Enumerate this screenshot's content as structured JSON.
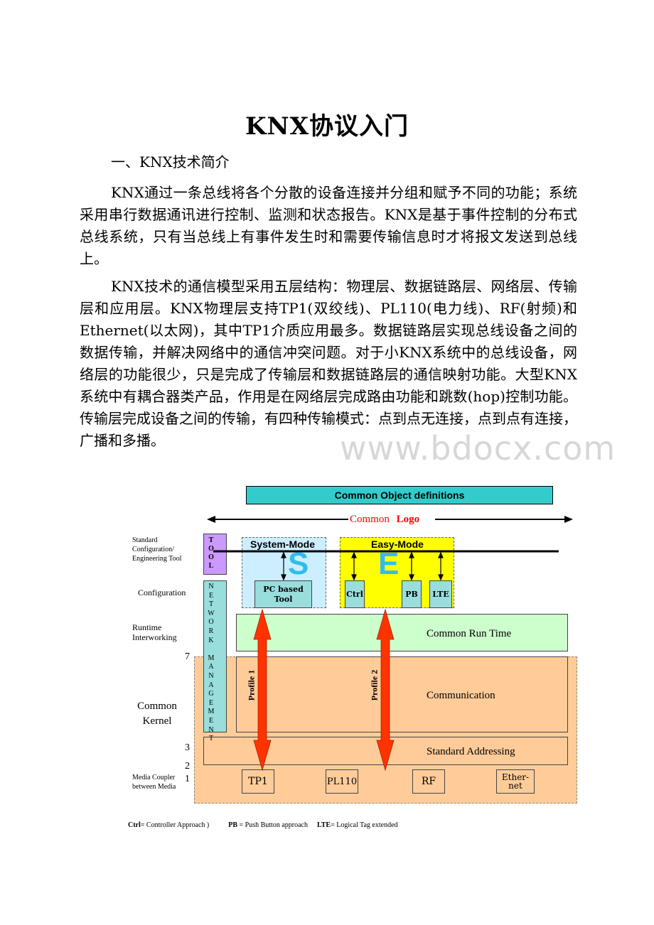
{
  "doc": {
    "title": "KNX协议入门",
    "section1": "一、KNX技术简介",
    "para1": "KNX通过一条总线将各个分散的设备连接并分组和赋予不同的功能；系统采用串行数据通讯进行控制、监测和状态报告。KNX是基于事件控制的分布式总线系统，只有当总线上有事件发生时和需要传输信息时才将报文发送到总线上。",
    "para2": "KNX技术的通信模型采用五层结构：物理层、数据链路层、网络层、传输层和应用层。KNX物理层支持TP1(双绞线)、PL110(电力线)、RF(射频)和Ethernet(以太网)，其中TP1介质应用最多。数据链路层实现总线设备之间的数据传输，并解决网络中的通信冲突问题。对于小KNX系统中的总线设备，网络层的功能很少，只是完成了传输层和数据链路层的通信映射功能。大型KNX系统中有耦合器类产品，作用是在网络层完成路由功能和跳数(hop)控制功能。传输层完成设备之间的传输，有四种传输模式：点到点无连接，点到点有连接，广播和多播。",
    "watermark": "www.bdocx.com"
  },
  "diagram": {
    "common_object": "Common Object definitions",
    "common_logo_1": "Common",
    "common_logo_2": "Logo",
    "left_labels": {
      "standard_config": "Standard Configuration/ Engineering Tool",
      "configuration": "Configuration",
      "runtime": "Runtime Interworking",
      "kernel": "Common Kernel",
      "media": "Media Coupler between Media"
    },
    "layer_numbers": {
      "l7": "7",
      "l3": "3",
      "l2": "2",
      "l1": "1"
    },
    "tool_letters": [
      "T",
      "O",
      "O",
      "L"
    ],
    "netman_letters": [
      "N",
      "E",
      "T",
      "W",
      "O",
      "R",
      "K",
      "",
      "M",
      "A",
      "N",
      "A",
      "G",
      "E",
      "M",
      "E",
      "N",
      "T"
    ],
    "system_mode": "System-Mode",
    "system_letter": "S",
    "pc_tool": "PC based Tool",
    "easy_mode": "Easy-Mode",
    "easy_letter": "E",
    "ctrl": "Ctrl",
    "pb": "PB",
    "lte": "LTE",
    "runtime_box": "Common Run Time",
    "communication_box": "Communication",
    "addressing_box": "Standard Addressing",
    "profile1": "Profile 1",
    "profile2": "Profile 2",
    "media": {
      "tp1": "TP1",
      "pl110": "PL110",
      "rf": "RF",
      "ethernet": "Ether-net"
    },
    "legend": {
      "ctrl_key": "Ctrl",
      "ctrl_val": "= Controller Approach )",
      "pb_key": "PB",
      "pb_val": "= Push Button approach",
      "lte_key": "LTE",
      "lte_val": "= Logical Tag extended"
    }
  },
  "colors": {
    "teal": "#33cccc",
    "light_blue": "#cceeff",
    "yellow": "#ffff00",
    "light_green": "#ccffcc",
    "peach": "#ffcc99",
    "tool_purple": "#cc99ff",
    "teal_box": "#99dddd",
    "arrow_red": "#ff3300"
  }
}
